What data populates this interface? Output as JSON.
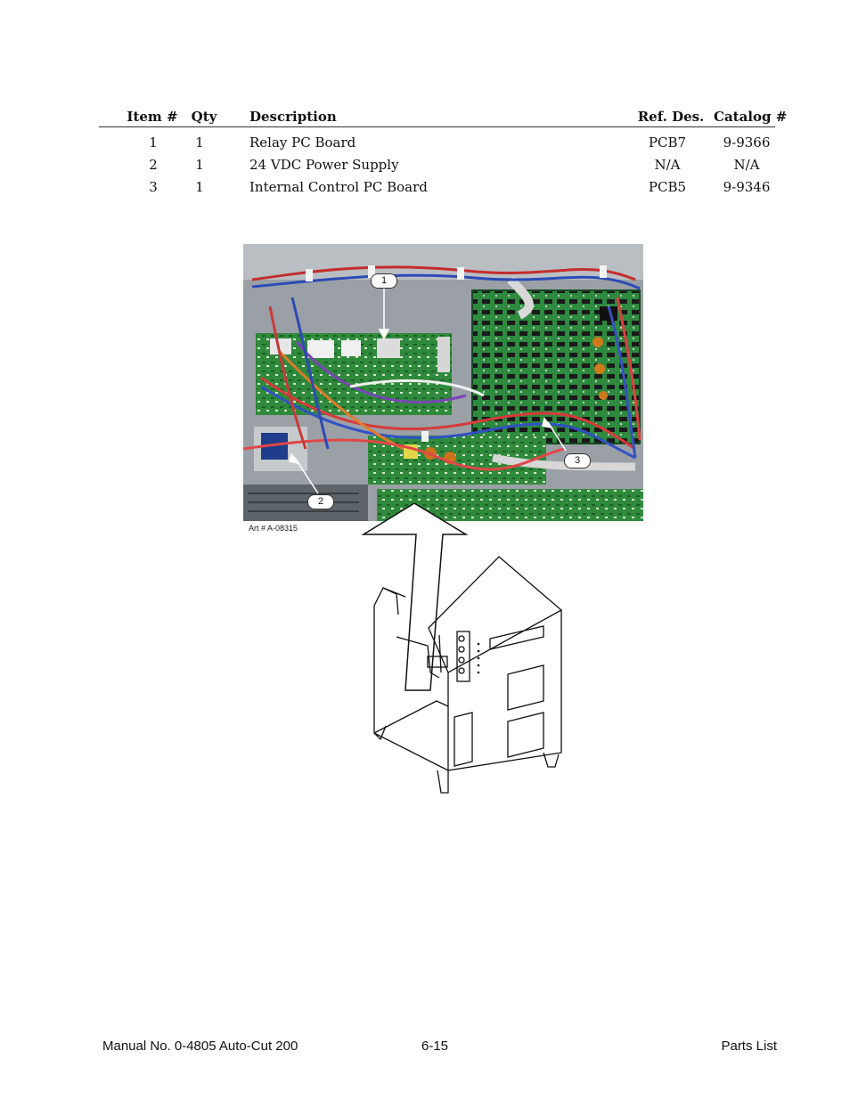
{
  "parts_table": {
    "headers": {
      "item": "Item #",
      "qty": "Qty",
      "description": "Description",
      "ref_des": "Ref. Des.",
      "catalog": "Catalog #"
    },
    "rows": [
      {
        "item": "1",
        "qty": "1",
        "description": "Relay PC Board",
        "ref_des": "PCB7",
        "catalog": "9-9366"
      },
      {
        "item": "2",
        "qty": "1",
        "description": "24 VDC Power Supply",
        "ref_des": "N/A",
        "catalog": "N/A"
      },
      {
        "item": "3",
        "qty": "1",
        "description": "Internal Control PC Board",
        "ref_des": "PCB5",
        "catalog": "9-9346"
      }
    ]
  },
  "figure": {
    "callouts": [
      "1",
      "2",
      "3"
    ],
    "art_number": "Art # A-08315"
  },
  "footer": {
    "left": "Manual No. 0-4805 Auto-Cut 200",
    "center": "6-15",
    "right": "Parts List"
  }
}
